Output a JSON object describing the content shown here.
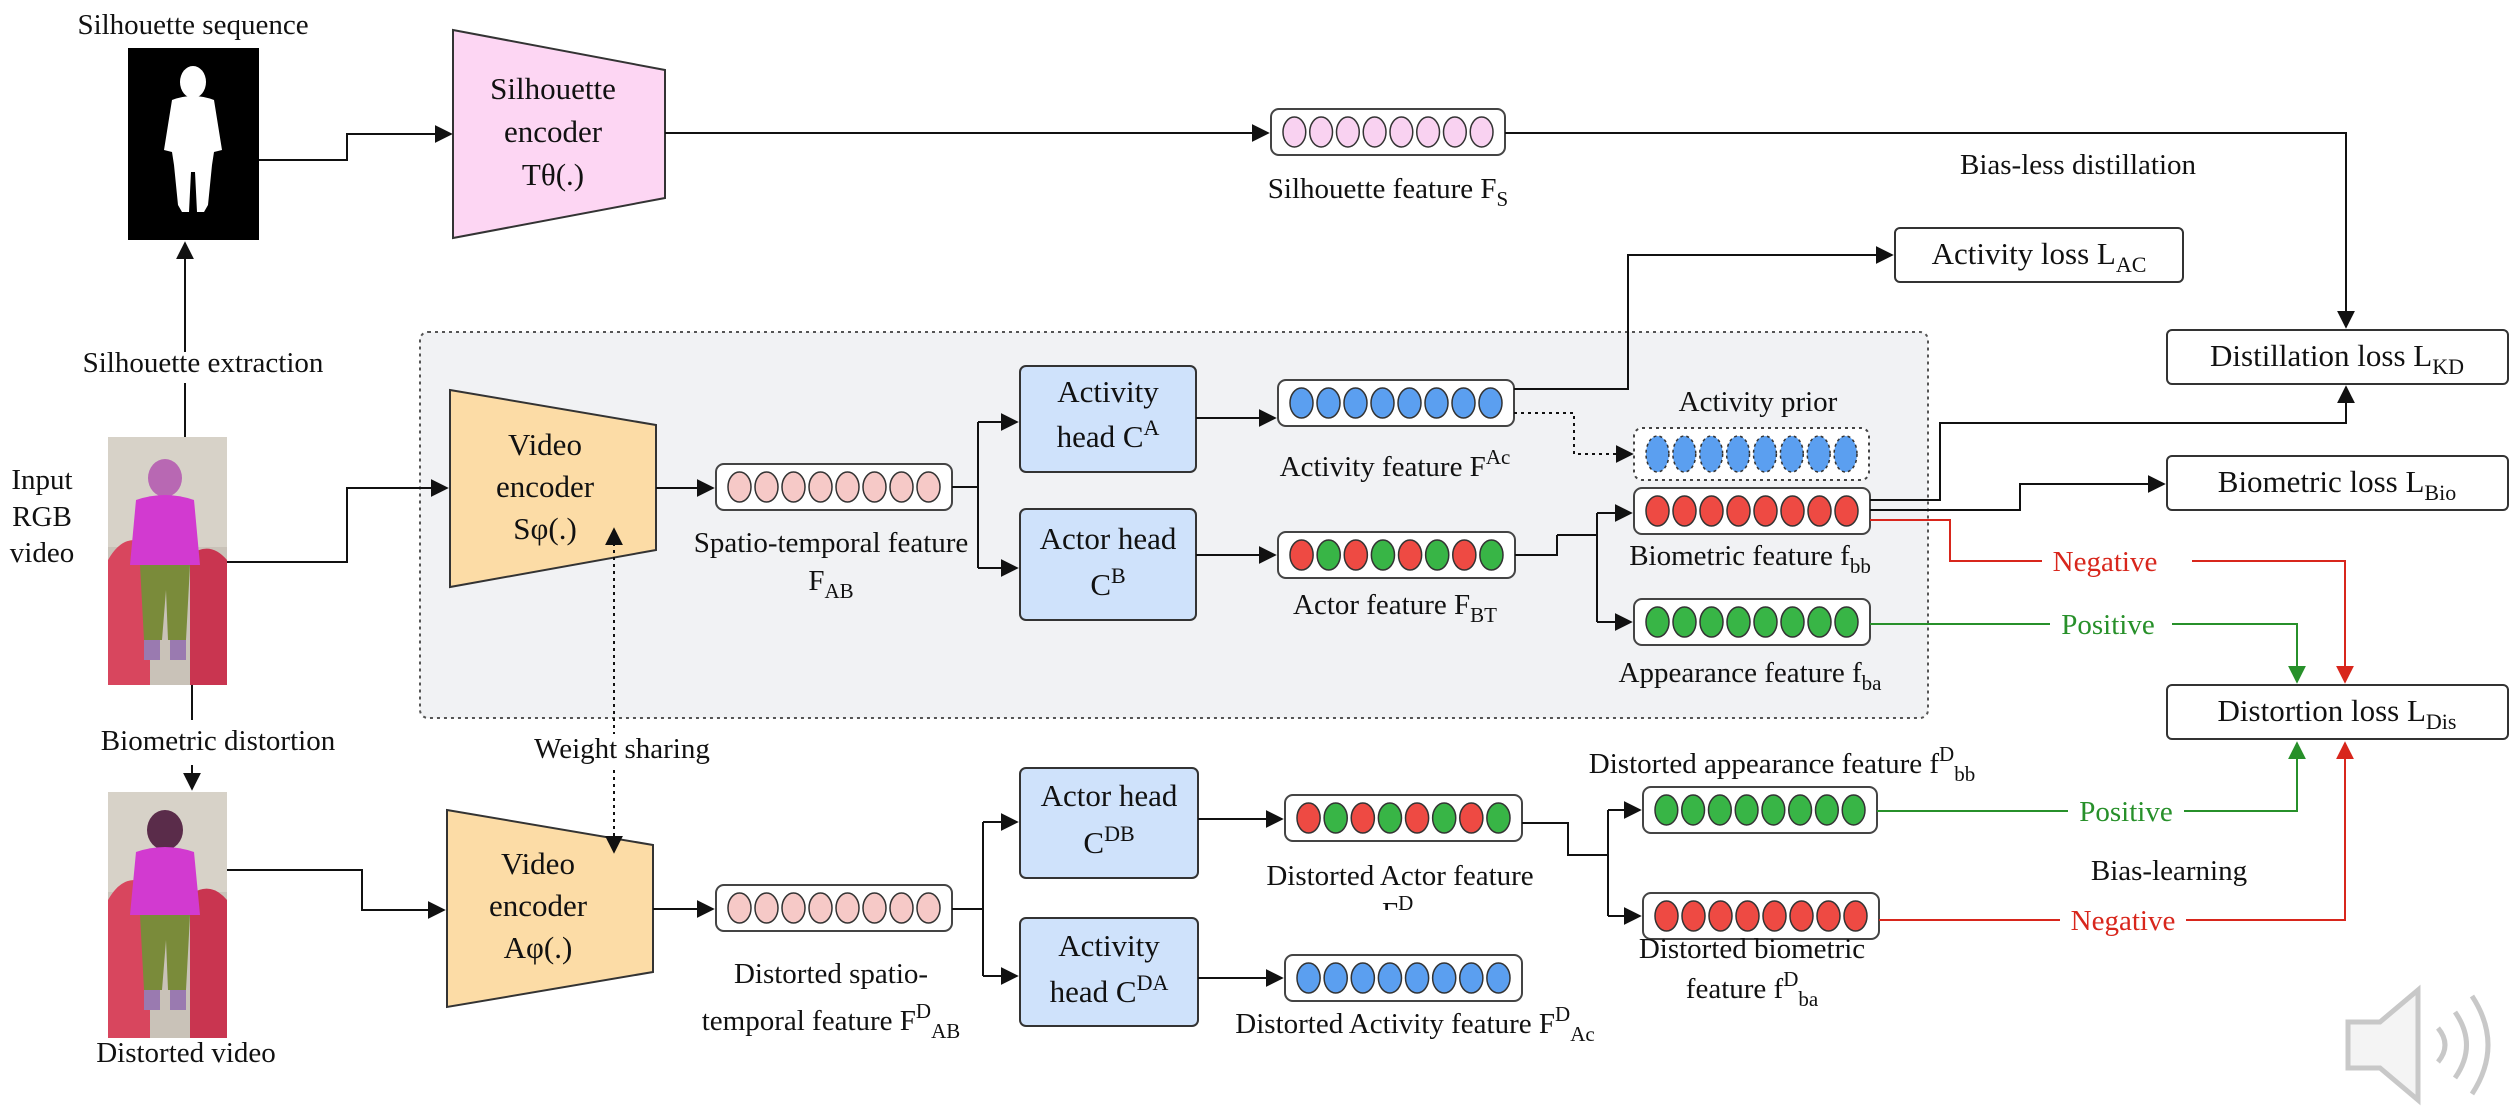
{
  "silhouette": {
    "sequence_label": "Silhouette sequence",
    "extraction_label": "Silhouette extraction",
    "encoder": {
      "line1": "Silhouette",
      "line2": "encoder",
      "line3": "Tθ(.)"
    },
    "feature_label": "Silhouette feature F",
    "feature_sub": "S"
  },
  "input": {
    "line1": "Input",
    "line2": "RGB",
    "line3": "video"
  },
  "biometric_distortion_label": "Biometric distortion",
  "distorted_video_label": "Distorted video",
  "weight_sharing_label": "Weight sharing",
  "video_encoder": {
    "line1": "Video",
    "line2": "encoder",
    "line3": "Sφ(.)"
  },
  "distorted_encoder": {
    "line1": "Video",
    "line2": "encoder",
    "line3": "Aφ(.)"
  },
  "st_feature": {
    "line1": "Spatio-temporal feature",
    "line2": "F",
    "sub": "AB"
  },
  "dst_feature": {
    "line1": "Distorted spatio-",
    "line2": "temporal feature F",
    "sup": "D",
    "sub": "AB"
  },
  "activity_head": {
    "line1": "Activity",
    "line2": "head C",
    "sup": "A"
  },
  "actor_head": {
    "line1": "Actor head",
    "line2": "C",
    "sup": "B"
  },
  "d_actor_head": {
    "line1": "Actor head",
    "line2": "C",
    "sup": "DB"
  },
  "d_activity_head": {
    "line1": "Activity",
    "line2": "head C",
    "sup": "DA"
  },
  "activity_feature": {
    "text": "Activity feature F",
    "sup": "Ac"
  },
  "actor_feature": {
    "text": "Actor feature F",
    "sub": "BT"
  },
  "activity_prior_label": "Activity prior",
  "biometric_feature": {
    "text": "Biometric feature f",
    "sub": "bb"
  },
  "appearance_feature": {
    "text": "Appearance feature f",
    "sub": "ba"
  },
  "d_actor_feature": {
    "line1": "Distorted Actor feature",
    "line2": "F",
    "sup": "D"
  },
  "d_activity_feature": {
    "text": "Distorted Activity feature F",
    "sup": "D",
    "sub": "Ac"
  },
  "d_appearance_feature": {
    "text": "Distorted appearance feature f",
    "sup": "D",
    "sub": "bb"
  },
  "d_biometric_feature": {
    "line1": "Distorted biometric",
    "line2": "feature f",
    "sup": "D",
    "sub": "ba"
  },
  "losses": {
    "activity": {
      "text": "Activity loss L",
      "sub": "AC"
    },
    "distillation": {
      "text": "Distillation loss L",
      "sub": "KD"
    },
    "biometric": {
      "text": "Biometric loss L",
      "sub": "Bio"
    },
    "distortion": {
      "text": "Distortion loss L",
      "sub": "Dis"
    }
  },
  "bias_less_label": "Bias-less distillation",
  "bias_learning_label": "Bias-learning",
  "negative_label": "Negative",
  "positive_label": "Positive",
  "icons": [
    "speaker-icon"
  ],
  "colors": {
    "silhouette_encoder": "#fdd6f3",
    "video_encoder": "#fcdca6",
    "head_box": "#cfe2fb",
    "shared_region": "#f1f2f4",
    "pink_dot": "#f9d2f1",
    "salmon_dot": "#f6c9c7",
    "blue_dot": "#5b9ff0",
    "red_dot": "#ee4a43",
    "green_dot": "#38b546",
    "negative": "#d8261c",
    "positive": "#27902a"
  }
}
